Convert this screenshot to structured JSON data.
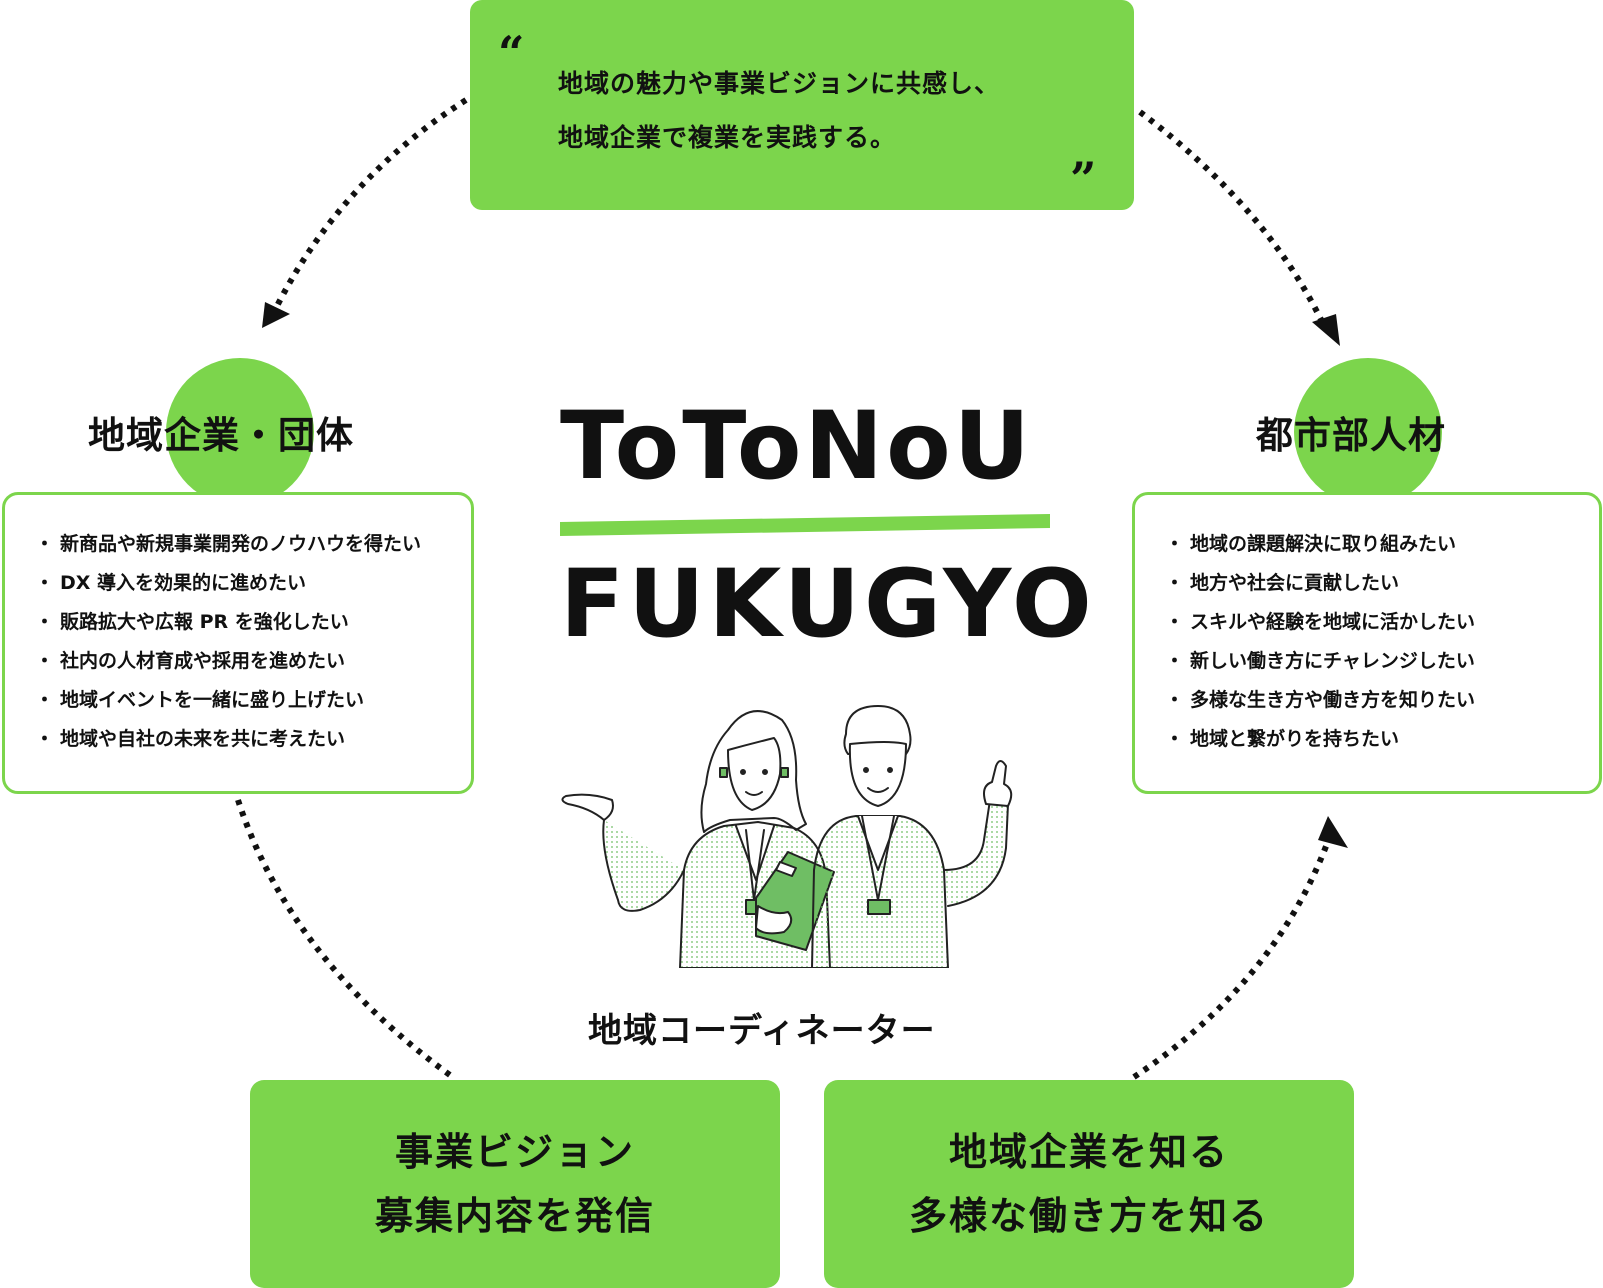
{
  "top_quote": {
    "open_mark": "“",
    "close_mark": "”",
    "line1": "地域の魅力や事業ビジョンに共感し、",
    "line2": "地域企業で複業を実践する。"
  },
  "left_panel": {
    "heading": "地域企業・団体",
    "items": [
      "新商品や新規事業開発のノウハウを得たい",
      "DX 導入を効果的に進めたい",
      "販路拡大や広報 PR を強化したい",
      "社内の人材育成や採用を進めたい",
      "地域イベントを一緒に盛り上げたい",
      "地域や自社の未来を共に考えたい"
    ]
  },
  "right_panel": {
    "heading": "都市部人材",
    "items": [
      "地域の課題解決に取り組みたい",
      "地方や社会に貢献したい",
      "スキルや経験を地域に活かしたい",
      "新しい働き方にチャレンジしたい",
      "多様な生き方や働き方を知りたい",
      "地域と繋がりを持ちたい"
    ]
  },
  "logo": {
    "line1": "ToToNoU",
    "line2": "FUKUGYO"
  },
  "coordinator_label": "地域コーディネーター",
  "bottom_left": {
    "line1": "事業ビジョン",
    "line2": "募集内容を発信"
  },
  "bottom_right": {
    "line1": "地域企業を知る",
    "line2": "多様な働き方を知る"
  },
  "colors": {
    "accent": "#7cd54c",
    "text": "#111111",
    "figure_green": "#6fbe64"
  },
  "icons": {
    "bullet": "・",
    "illustration": "two-coordinators-illustration"
  }
}
